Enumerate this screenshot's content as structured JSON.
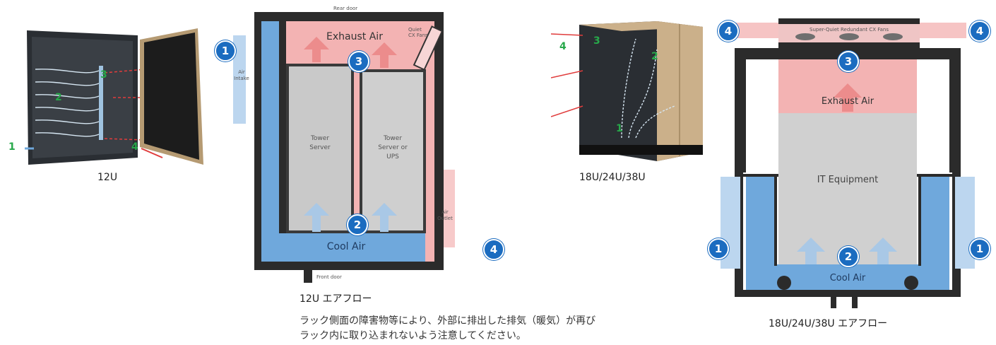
{
  "captions": {
    "cabinet_12u": "12U",
    "cabinet_18u": "18U/24U/38U",
    "airflow_12u": "12U エアフロー",
    "airflow_18u": "18U/24U/38U エアフロー"
  },
  "note": {
    "line1": "ラック側面の障害物等により、外部に排出した排気（暖気）が再び",
    "line2": "ラック内に取り込まれないよう注意してください。"
  },
  "diagram_12u": {
    "rear_door": "Rear door",
    "front_door": "Front door",
    "exhaust_air": "Exhaust Air",
    "fans": [
      "Quiet",
      "CX Fans"
    ],
    "air_intake": [
      "Air",
      "Intake"
    ],
    "air_outlet": [
      "Air",
      "Outlet"
    ],
    "tower_server": [
      "Tower",
      "Server"
    ],
    "tower_server_ups": [
      "Tower",
      "Server or",
      "UPS"
    ],
    "cool_air": "Cool Air"
  },
  "diagram_18u": {
    "fans": "Super-Quiet Redundant CX Fans",
    "exhaust_air": "Exhaust Air",
    "it_equipment": "IT Equipment",
    "cool_air": "Cool Air"
  },
  "photo_12u_markers": [
    "1",
    "2",
    "3",
    "4"
  ],
  "photo_18u_markers": [
    "1",
    "2",
    "3",
    "4"
  ],
  "badges": [
    "1",
    "2",
    "3",
    "4"
  ],
  "colors": {
    "badge": "#1b6cc0",
    "cool": "#6fa8dc",
    "exhaust": "#f3b3b3",
    "frame": "#2b2b2b",
    "marker_green": "#27a84a"
  }
}
